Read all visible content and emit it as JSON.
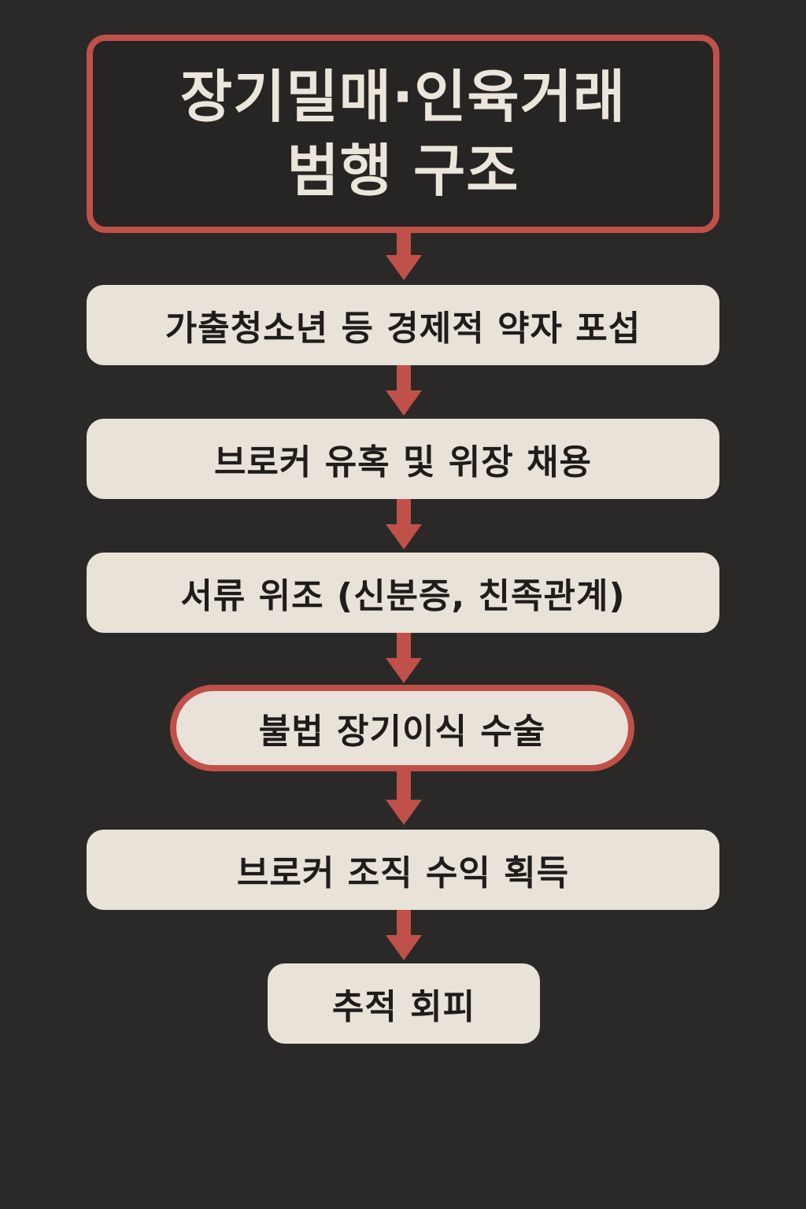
{
  "title": {
    "line1": "장기밀매·인육거래",
    "line2": "범행 구조"
  },
  "steps": [
    {
      "label": "가출청소년 등 경제적 약자 포섭"
    },
    {
      "label": "브로커 유혹 및 위장 채용"
    },
    {
      "label": "서류 위조 (신분증, 친족관계)"
    },
    {
      "label": "불법 장기이식 수술",
      "highlighted": true
    },
    {
      "label": "브로커 조직 수익 획득"
    },
    {
      "label": "추적 회피"
    }
  ],
  "colors": {
    "background": "#2a2927",
    "accent_red": "#c0504a",
    "box_fill": "#e8e2d8",
    "text_dark": "#1e1d1c",
    "title_text": "#ebe5db"
  }
}
